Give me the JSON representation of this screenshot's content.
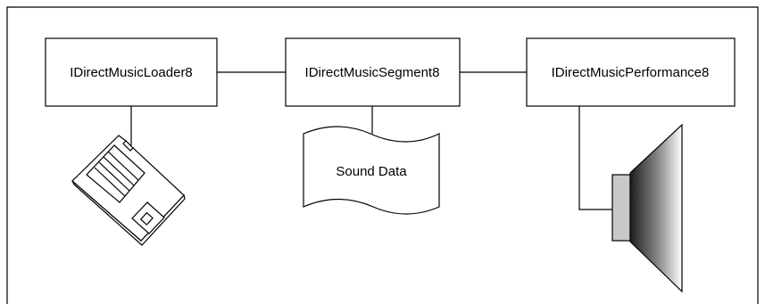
{
  "diagram": {
    "components": {
      "loader": {
        "label": "IDirectMusicLoader8"
      },
      "segment": {
        "label": "IDirectMusicSegment8"
      },
      "performance": {
        "label": "IDirectMusicPerformance8"
      }
    },
    "document": {
      "label": "Sound Data"
    },
    "icons": {
      "disk": "floppy-disk-icon",
      "speaker": "speaker-icon",
      "document": "document-icon"
    },
    "colors": {
      "line": "#000000",
      "box_fill": "#ffffff",
      "speaker_base": "#c8c8c8",
      "speaker_dark": "#1e1e1e",
      "speaker_light": "#ffffff"
    }
  }
}
